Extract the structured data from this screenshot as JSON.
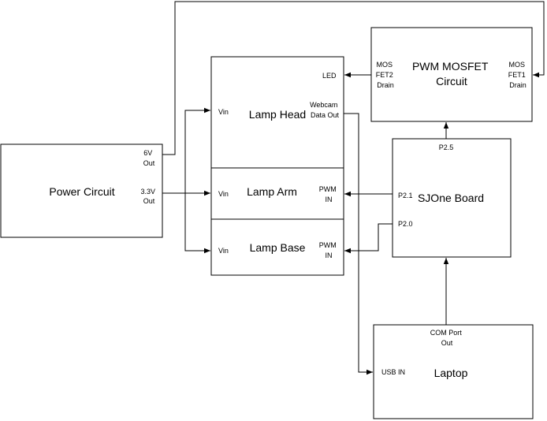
{
  "blocks": {
    "power_circuit": {
      "title": "Power Circuit",
      "port_6v": [
        "6V",
        "Out"
      ],
      "port_3v3": [
        "3.3V",
        "Out"
      ]
    },
    "lamp_head": {
      "title": "Lamp Head",
      "vin": "Vin",
      "led": "LED",
      "webcam": [
        "Webcam",
        "Data Out"
      ]
    },
    "lamp_arm": {
      "title": "Lamp Arm",
      "vin": "Vin",
      "pwm": [
        "PWM",
        "IN"
      ]
    },
    "lamp_base": {
      "title": "Lamp Base",
      "vin": "Vin",
      "pwm": [
        "PWM",
        "IN"
      ]
    },
    "pwm_mosfet": {
      "title": [
        "PWM MOSFET",
        "Circuit"
      ],
      "fet2": [
        "MOS",
        "FET2",
        "Drain"
      ],
      "fet1": [
        "MOS",
        "FET1",
        "Drain"
      ]
    },
    "sjone": {
      "title": "SJOne Board",
      "p25": "P2.5",
      "p21": "P2.1",
      "p20": "P2.0"
    },
    "laptop": {
      "title": "Laptop",
      "usb": "USB IN",
      "com": [
        "COM Port",
        "Out"
      ]
    }
  },
  "colors": {
    "line": "#000000",
    "background": "#ffffff"
  }
}
